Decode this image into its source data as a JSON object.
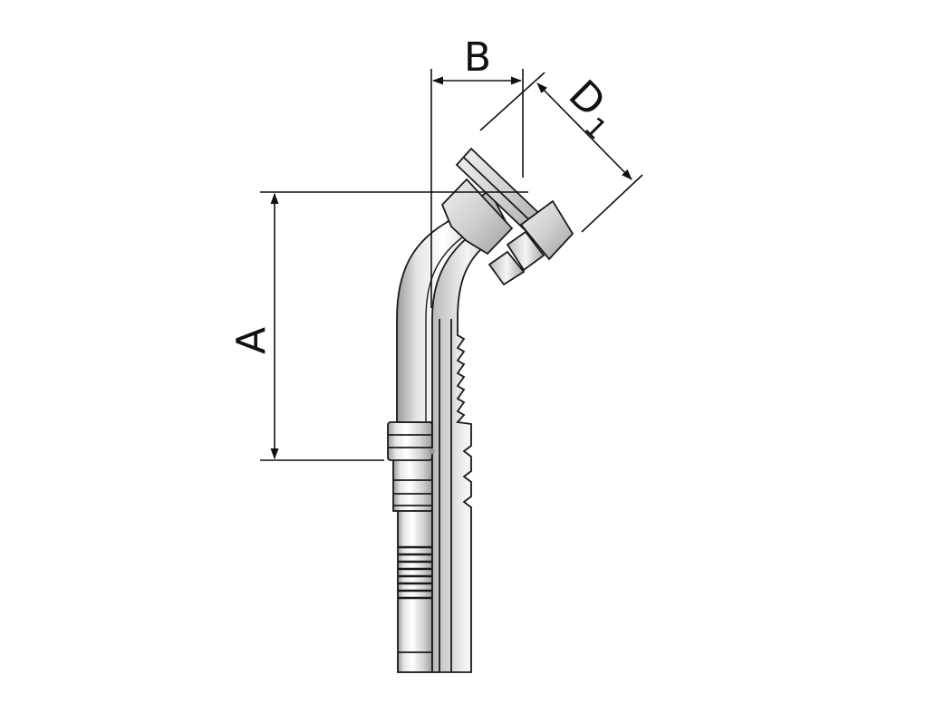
{
  "dimensions": {
    "a_label": "A",
    "b_label": "B",
    "d1_label": "D",
    "d1_subscript": "1"
  },
  "icons": {
    "part": "hose-fitting-45-degree-flange-icon",
    "arrowhead": "arrowhead-icon"
  },
  "colors": {
    "ink": "#111111",
    "metal_light": "#f4f4f4",
    "metal_mid": "#c8c8c8",
    "metal_dark": "#8f8f8f"
  }
}
